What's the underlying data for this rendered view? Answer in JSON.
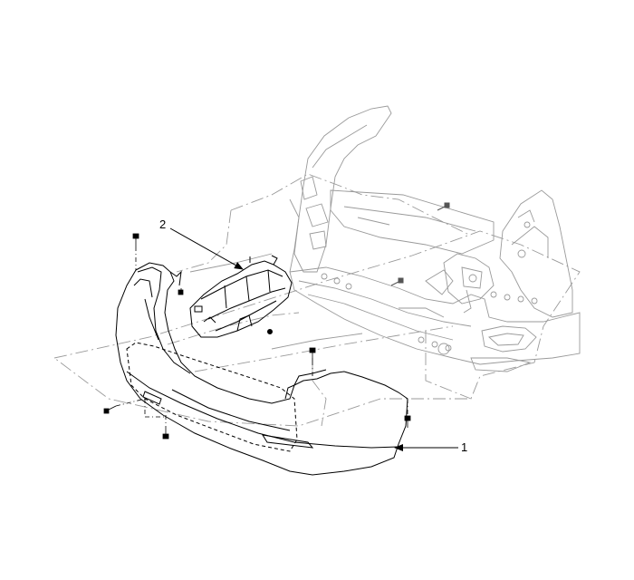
{
  "callouts": [
    {
      "number": "1",
      "part": "rear-bumper-cover"
    },
    {
      "number": "2",
      "part": "bumper-energy-absorber"
    }
  ],
  "colors": {
    "outline": "#000000",
    "phantom": "#8a8a8a",
    "background": "#ffffff"
  }
}
